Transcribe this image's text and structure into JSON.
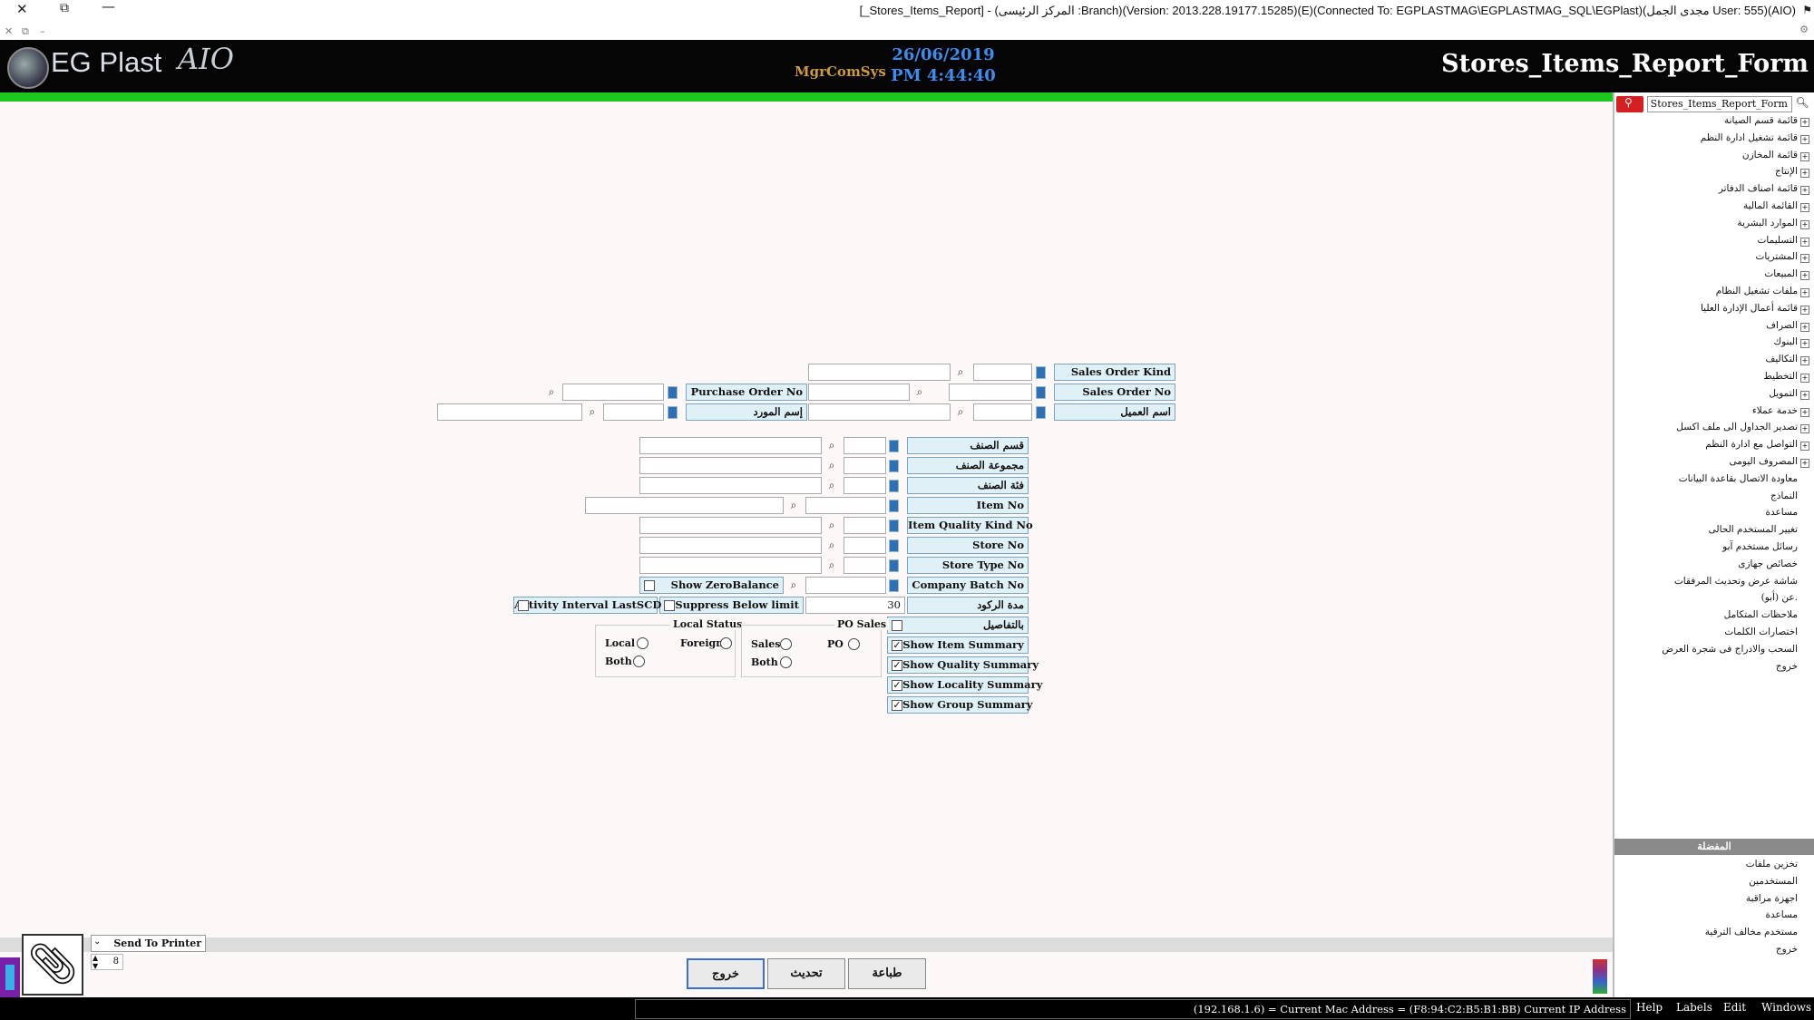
{
  "window": {
    "title": "[_Stores_Items_Report] - (المركز الرئيسى :Branch)(Version: 2013.228.19177.15285)(E)(Connected To: EGPLASTMAG\\EGPLASTMAG_SQL\\EGPlast)(مجدى الجمل User: 555)(AIO)"
  },
  "header": {
    "logo": "EG Plast",
    "logo_suffix": "AIO",
    "brand_small": "MgrComSys",
    "date": "26/06/2019",
    "time": "PM 4:44:40",
    "form_title": "Stores_Items_Report_Form"
  },
  "sidebar": {
    "search_value": "Stores_Items_Report_Form",
    "tree": [
      {
        "label": "قائمة قسم الصيانة",
        "expandable": true
      },
      {
        "label": "قائمة تشغيل ادارة النظم",
        "expandable": true
      },
      {
        "label": "قائمة المخازن",
        "expandable": true
      },
      {
        "label": "الإنتاج",
        "expandable": true
      },
      {
        "label": "قائمة اصناف الدفاتر",
        "expandable": true
      },
      {
        "label": "القائمة المالية",
        "expandable": true
      },
      {
        "label": "الموارد البشرية",
        "expandable": true
      },
      {
        "label": "التسليمات",
        "expandable": true
      },
      {
        "label": "المشتريات",
        "expandable": true
      },
      {
        "label": "المبيعات",
        "expandable": true
      },
      {
        "label": "ملفات تشغيل النظام",
        "expandable": true
      },
      {
        "label": "قائمة أعمال الإدارة العليا",
        "expandable": true
      },
      {
        "label": "الصراف",
        "expandable": true
      },
      {
        "label": "البنوك",
        "expandable": true
      },
      {
        "label": "التكاليف",
        "expandable": true
      },
      {
        "label": "التخطيط",
        "expandable": true
      },
      {
        "label": "التمويل",
        "expandable": true
      },
      {
        "label": "خدمة عملاء",
        "expandable": true
      },
      {
        "label": "تصدير الجداول الى ملف اكسل",
        "expandable": true
      },
      {
        "label": "التواصل مع ادارة النظم",
        "expandable": true
      },
      {
        "label": "المصروف اليومى",
        "expandable": true
      },
      {
        "label": "معاودة الاتصال بقاعدة البيانات",
        "expandable": false
      },
      {
        "label": "النماذج",
        "expandable": false
      },
      {
        "label": "مساعدة",
        "expandable": false
      },
      {
        "label": "تغيير المستخدم الحالى",
        "expandable": false
      },
      {
        "label": "رسائل مستخدم آبو",
        "expandable": false
      },
      {
        "label": "خصائص جهازى",
        "expandable": false
      },
      {
        "label": "شاشة عرض وتحديث المرفقات",
        "expandable": false
      },
      {
        "label": "عن (أبو).",
        "expandable": false
      },
      {
        "label": "ملاحظات المتكامل",
        "expandable": false
      },
      {
        "label": "اختصارات الكلمات",
        "expandable": false
      },
      {
        "label": "السحب والادراج فى شجرة العرض",
        "expandable": false
      },
      {
        "label": "خروج",
        "expandable": false
      }
    ],
    "favorites_title": "المفضلة",
    "favorites": [
      "تخزين ملفات",
      "المستخدمين",
      "اجهزة مراقبة",
      "مساعدة",
      "مستخدم مخالف الترقية",
      "خروج"
    ]
  },
  "form": {
    "sales_order_kind": {
      "label": "Sales Order Kind",
      "code": "",
      "name": ""
    },
    "sales_order_no": {
      "label": "Sales Order No",
      "code": "",
      "name": ""
    },
    "purchase_order_no": {
      "label": "Purchase Order No",
      "value": ""
    },
    "customer_name": {
      "label": "اسم العميل",
      "code": "",
      "name": ""
    },
    "supplier_name": {
      "label": "إسم المورد",
      "code": "",
      "name": ""
    },
    "item_section": {
      "label": "قسم الصنف",
      "code": "",
      "name": ""
    },
    "item_group": {
      "label": "مجموعة الصنف",
      "code": "",
      "name": ""
    },
    "item_category": {
      "label": "فئة الصنف",
      "code": "",
      "name": ""
    },
    "item_no": {
      "label": "Item No",
      "code": "",
      "name": ""
    },
    "item_quality_kind_no": {
      "label": "Item Quality Kind No",
      "code": "",
      "name": ""
    },
    "store_no": {
      "label": "Store No",
      "code": "",
      "name": ""
    },
    "store_type_no": {
      "label": "Store Type No",
      "code": "",
      "name": ""
    },
    "company_batch_no": {
      "label": "Company Batch No",
      "code": ""
    },
    "show_zero_balance": "Show ZeroBalance",
    "stagnation_period": {
      "label": "مدة الركود",
      "value": "30"
    },
    "suppress_below_limit": "Suppress Below limit",
    "activity_interval": "Activity Interval LastSCD",
    "details": "بالتفاصيل",
    "local_status": {
      "title": "Local Status",
      "local": "Local",
      "foreign": "Foreign",
      "both": "Both"
    },
    "po_sales": {
      "title": "PO Sales",
      "sales": "Sales",
      "po": "PO",
      "both": "Both"
    },
    "summaries": {
      "item": "Show Item Summary",
      "quality": "Show Quality Summary",
      "locality": "Show Locality Summary",
      "group": "Show Group Summary"
    }
  },
  "bottom": {
    "printer_option": "Send To Printer",
    "copies": "8",
    "exit_button": "خروج",
    "refresh_button": "تحديث",
    "print_button": "طباعة"
  },
  "statusbar": {
    "text": "(192.168.1.6) = Current Mac Address = (F8:94:C2:B5:B1:BB) Current IP Address",
    "menu": [
      "Help",
      "Labels",
      "Edit",
      "Windows"
    ]
  }
}
